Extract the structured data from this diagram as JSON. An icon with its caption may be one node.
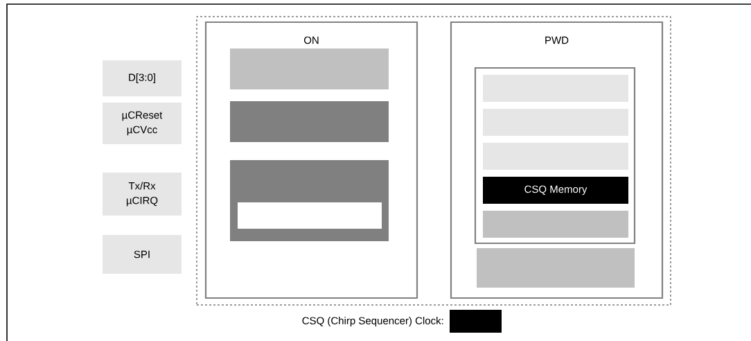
{
  "diagram": {
    "nodes": [
      {
        "text": [
          "D[3:0]"
        ]
      },
      {
        "text": [
          "µCReset",
          "µCVcc"
        ]
      },
      {
        "text": [
          "Tx/Rx",
          "µCIRQ"
        ]
      },
      {
        "text": [
          "SPI"
        ]
      },
      {
        "text": [],
        "shape": "box"
      },
      {
        "text": [
          "ON"
        ],
        "in": 4
      },
      {
        "text": [],
        "shape": "box",
        "in": 5
      },
      {
        "text": [],
        "shape": "box",
        "in": 5
      },
      {
        "text": [],
        "shape": "box",
        "in": 5
      },
      {
        "text": [],
        "shape": "box",
        "in": 8
      },
      {
        "text": [
          "PWD"
        ],
        "in": 4
      },
      {
        "text": [],
        "shape": "box",
        "in": 10
      },
      {
        "text": [],
        "shape": "box",
        "in": 11
      },
      {
        "text": [],
        "shape": "box",
        "in": 11
      },
      {
        "text": [],
        "shape": "box",
        "in": 11
      },
      {
        "text": [
          "CSQ Memory"
        ],
        "in": 11
      },
      {
        "text": [],
        "shape": "box",
        "in": 11
      },
      {
        "text": [],
        "shape": "box",
        "in": 10
      }
    ],
    "edges": [],
    "legend": [
      {
        "text": "CSQ (Chirp Sequencer) Clock:",
        "color": "#000000"
      }
    ]
  }
}
